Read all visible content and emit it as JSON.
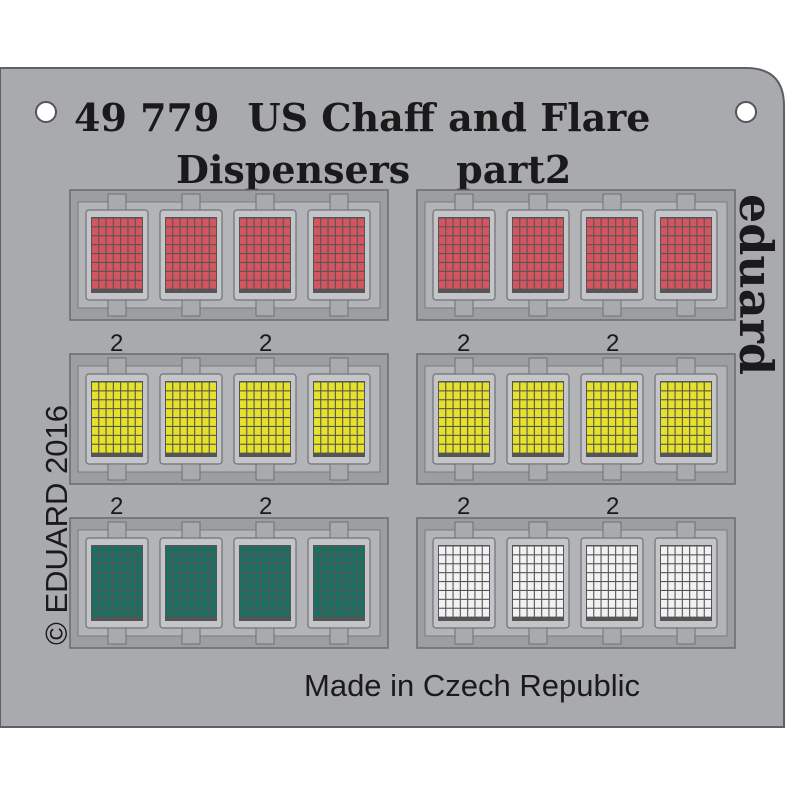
{
  "title": {
    "code": "49 779",
    "line1": "US Chaff and Flare",
    "line2": "Dispensers",
    "part": "part2"
  },
  "brand": "eduard",
  "copyright": "© EDUARD 2016",
  "made_in": "Made in Czech Republic",
  "part_number": "2",
  "colors": {
    "sheet": "#a9aaad",
    "frame": "#939497",
    "red": "#d4555f",
    "yellow": "#e6e12a",
    "teal": "#1a6e62",
    "white": "#f2f2f2"
  },
  "groups": [
    {
      "name": "group-red-left",
      "color": "red"
    },
    {
      "name": "group-red-right",
      "color": "red"
    },
    {
      "name": "group-yellow-left",
      "color": "yellow"
    },
    {
      "name": "group-yellow-right",
      "color": "yellow"
    },
    {
      "name": "group-teal-left",
      "color": "teal"
    },
    {
      "name": "group-white-right",
      "color": "white"
    }
  ]
}
